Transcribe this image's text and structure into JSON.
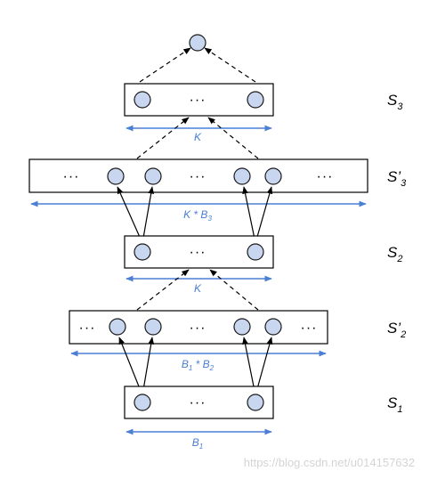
{
  "ellipsis": "···",
  "stages": [
    {
      "main": "S",
      "prime": "",
      "sub": "3"
    },
    {
      "main": "S",
      "prime": "’",
      "sub": "3"
    },
    {
      "main": "S",
      "prime": "",
      "sub": "2"
    },
    {
      "main": "S",
      "prime": "’",
      "sub": "2"
    },
    {
      "main": "S",
      "prime": "",
      "sub": "1"
    }
  ],
  "widths": {
    "k_top": "K",
    "k_b3": {
      "a": "K * B",
      "sub": "3"
    },
    "k_mid": "K",
    "b1_b2": {
      "a": "B",
      "a_sub": "1",
      "b": " * B",
      "b_sub": "2"
    },
    "b1": {
      "a": "B",
      "sub": "1"
    }
  },
  "watermark": "https://blog.csdn.net/u014157632",
  "colors": {
    "node_fill": "#c9d6f0",
    "width_arrow": "#4a7fd4"
  }
}
